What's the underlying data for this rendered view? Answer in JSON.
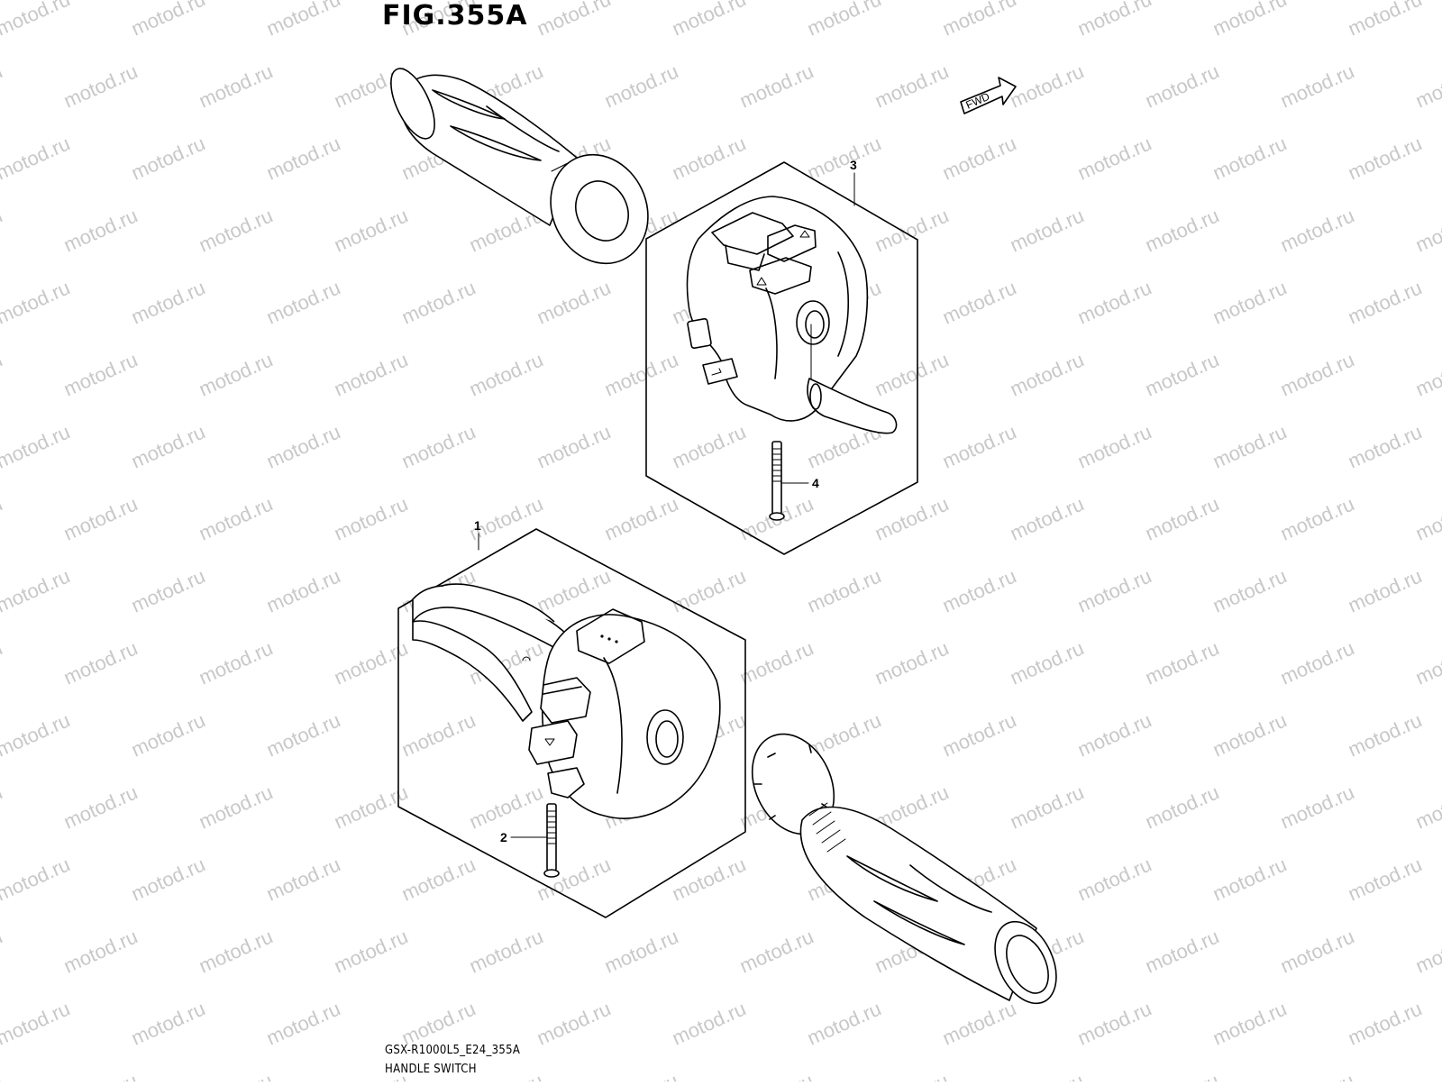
{
  "figure": {
    "title": "FIG.355A",
    "drawing_code": "GSX-R1000L5_E24_355A",
    "description": "HANDLE SWITCH"
  },
  "fwd_label": "FWD",
  "watermark": "motod.ru",
  "callouts": [
    {
      "id": "1",
      "label": "1"
    },
    {
      "id": "2",
      "label": "2"
    },
    {
      "id": "3",
      "label": "3"
    },
    {
      "id": "4",
      "label": "4"
    }
  ]
}
